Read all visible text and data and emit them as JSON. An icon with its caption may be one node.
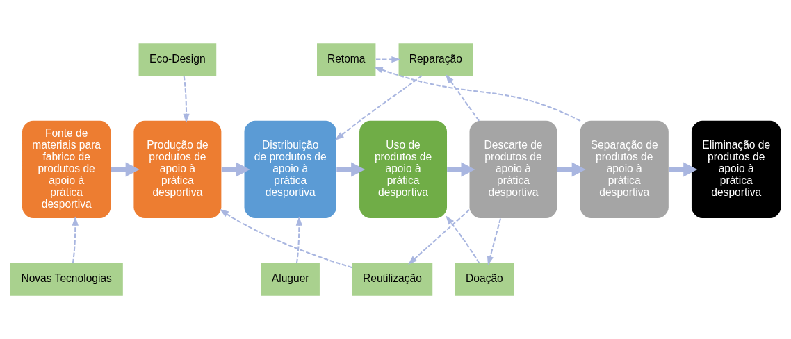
{
  "diagram": {
    "nodes": [
      {
        "text": [
          "Eco-Design"
        ]
      },
      {
        "text": [
          "Reparação"
        ]
      },
      {
        "text": [
          "Retoma"
        ]
      },
      {
        "text": [
          "Fonte de materiais para fabrico de produtos de apoio à prática desportiva"
        ]
      },
      {
        "text": [
          "Produção de produtos de apoio à prática desportiva"
        ]
      },
      {
        "text": [
          "Distribuição de produtos de apoio à prática desportiva"
        ]
      },
      {
        "text": [
          "Uso de produtos de apoio à prática desportiva"
        ]
      },
      {
        "text": [
          "Descarte de produtos de apoio à prática desportiva"
        ]
      },
      {
        "text": [
          "Separação de produtos de apoio à prática desportiva"
        ]
      },
      {
        "text": [
          "Eliminação de produtos de apoio à prática desportiva"
        ]
      },
      {
        "text": [
          "Novas Tecnologias"
        ]
      },
      {
        "text": [
          "Aluguer"
        ]
      },
      {
        "text": [
          "Doação"
        ]
      },
      {
        "text": [
          "Reutilização"
        ]
      }
    ],
    "edges": [
      {
        "from": 3,
        "to": 4,
        "arrow": "to",
        "style": "thick"
      },
      {
        "from": 4,
        "to": 5,
        "arrow": "to",
        "style": "thick"
      },
      {
        "from": 5,
        "to": 6,
        "arrow": "to",
        "style": "thick"
      },
      {
        "from": 6,
        "to": 7,
        "arrow": "to",
        "style": "thick"
      },
      {
        "from": 7,
        "to": 8,
        "arrow": "to",
        "style": "thick"
      },
      {
        "from": 8,
        "to": 9,
        "arrow": "to",
        "style": "thick"
      },
      {
        "from": 0,
        "to": 4,
        "arrow": "to",
        "style": "dashed"
      },
      {
        "from": 10,
        "to": 3,
        "arrow": "to",
        "style": "dashed"
      },
      {
        "from": 11,
        "to": 5,
        "arrow": "to",
        "style": "dashed"
      },
      {
        "from": 12,
        "to": 6,
        "arrow": "to",
        "style": "dashed"
      },
      {
        "from": 7,
        "to": 12,
        "arrow": "to",
        "style": "dashed"
      },
      {
        "from": 7,
        "to": 13,
        "arrow": "to",
        "style": "dashed"
      },
      {
        "from": 13,
        "to": 4,
        "arrow": "to",
        "style": "dashed"
      },
      {
        "from": 7,
        "to": 1,
        "arrow": "to",
        "style": "dashed"
      },
      {
        "from": 1,
        "to": 5,
        "arrow": "to",
        "style": "dashed"
      },
      {
        "from": 2,
        "to": 1,
        "arrow": "to",
        "style": "dashed"
      },
      {
        "from": 8,
        "to": 2,
        "arrow": "to",
        "style": "dashed"
      }
    ]
  }
}
